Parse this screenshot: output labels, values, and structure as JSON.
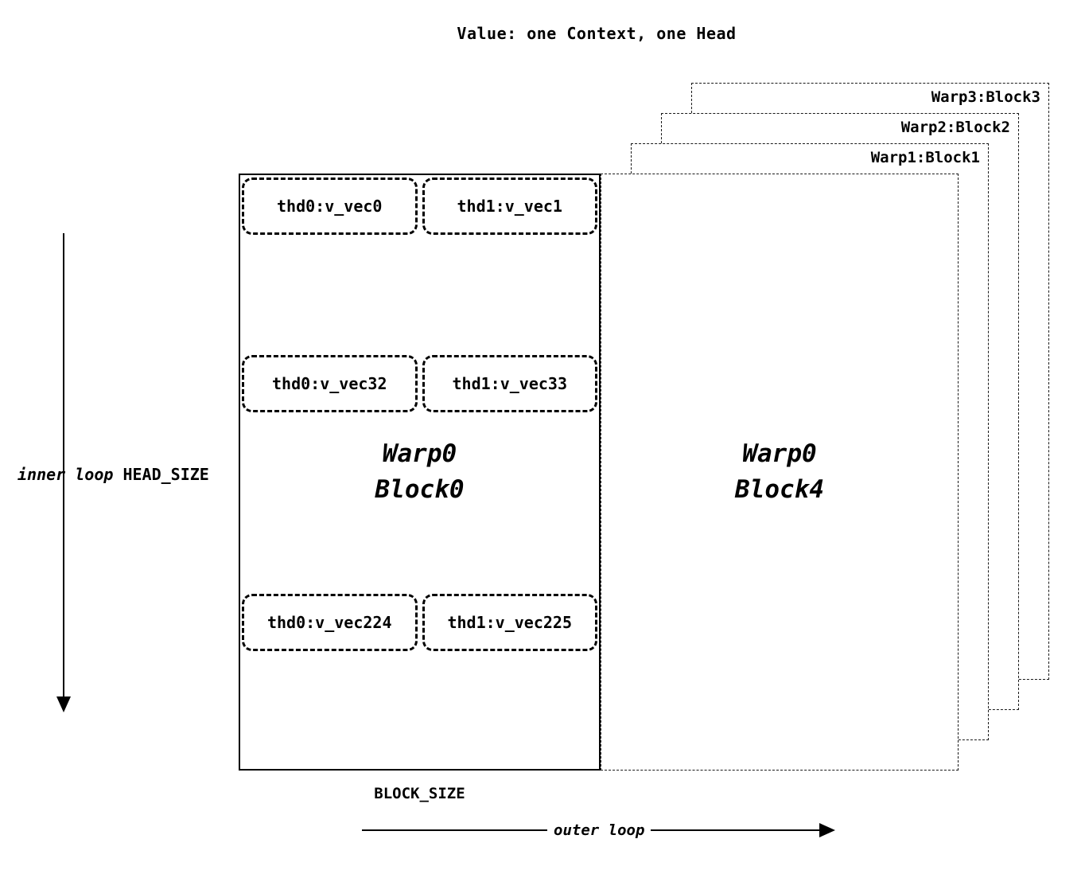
{
  "title": "Value: one Context, one Head",
  "axes": {
    "inner_loop": "inner loop",
    "head_size": "HEAD_SIZE",
    "block_size": "BLOCK_SIZE",
    "outer_loop": "outer loop"
  },
  "back_blocks": [
    {
      "label": "Warp3:Block3"
    },
    {
      "label": "Warp2:Block2"
    },
    {
      "label": "Warp1:Block1"
    }
  ],
  "front_blocks": {
    "block0": {
      "warp": "Warp0",
      "block": "Block0"
    },
    "block4": {
      "warp": "Warp0",
      "block": "Block4"
    }
  },
  "vec_rows": [
    {
      "thd0": "thd0:v_vec0",
      "thd1": "thd1:v_vec1"
    },
    {
      "thd0": "thd0:v_vec32",
      "thd1": "thd1:v_vec33"
    },
    {
      "thd0": "thd0:v_vec224",
      "thd1": "thd1:v_vec225"
    }
  ]
}
